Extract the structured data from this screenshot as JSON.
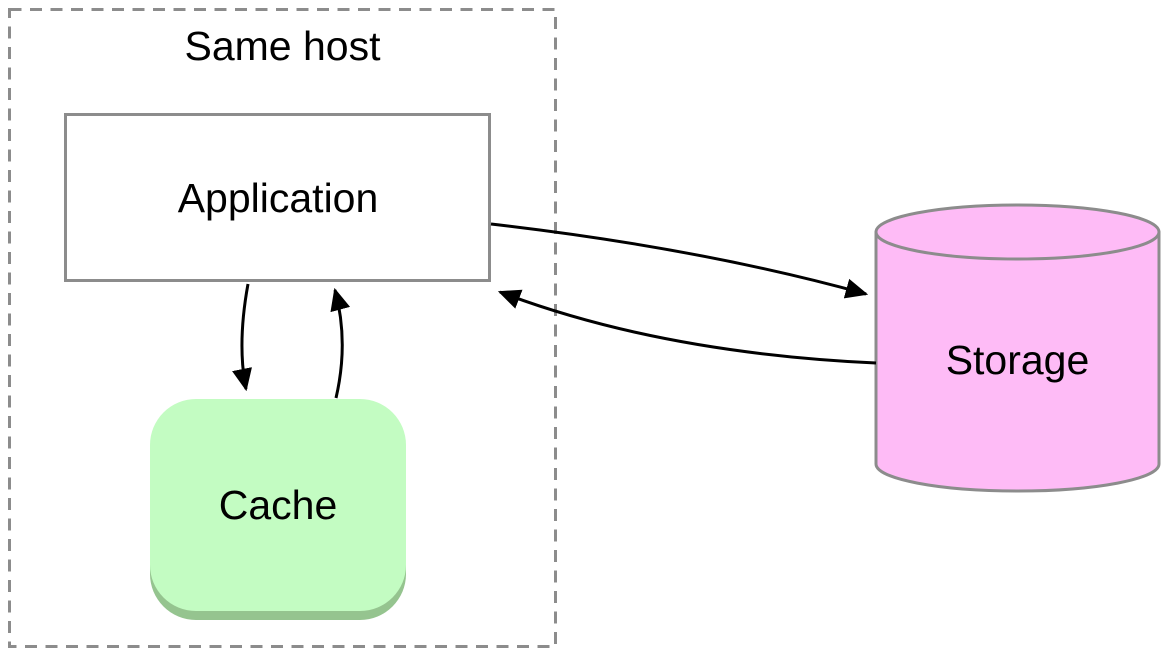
{
  "diagram": {
    "boundary": {
      "label": "Same host",
      "color": "#8c8c8c",
      "style": "dashed"
    },
    "nodes": {
      "application": {
        "label": "Application",
        "shape": "rectangle",
        "fill": "#ffffff",
        "stroke": "#8c8c8c"
      },
      "cache": {
        "label": "Cache",
        "shape": "rounded-rectangle",
        "fill": "#c3fcc2",
        "shadow": "#95c48f"
      },
      "storage": {
        "label": "Storage",
        "shape": "cylinder",
        "fill": "#febbf6",
        "stroke": "#8c8c8c"
      }
    },
    "edges": [
      {
        "from": "Application",
        "to": "Cache"
      },
      {
        "from": "Cache",
        "to": "Application"
      },
      {
        "from": "Application",
        "to": "Storage"
      },
      {
        "from": "Storage",
        "to": "Application"
      }
    ],
    "arrow_color": "#000000"
  }
}
